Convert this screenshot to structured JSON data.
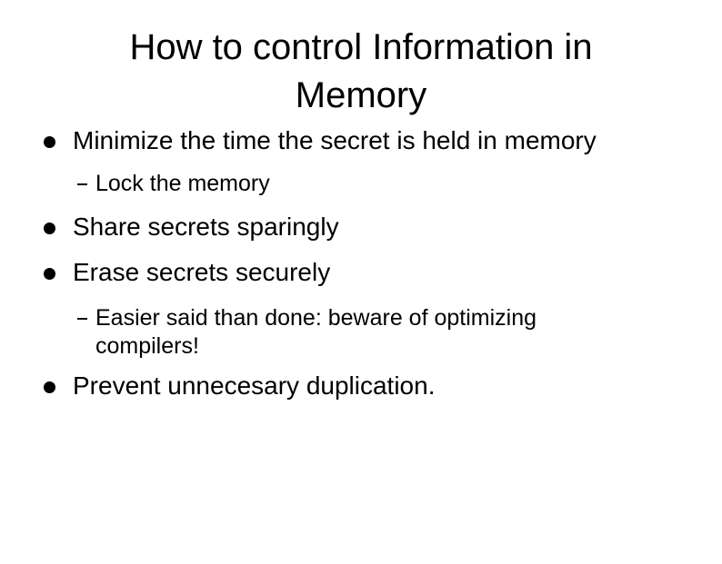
{
  "slide": {
    "title": {
      "full": "How to control Information in Memory",
      "lines": [
        "How to control Information in",
        "Memory"
      ]
    },
    "bullets": [
      {
        "level": 1,
        "text": "Minimize the time the secret is held in memory"
      },
      {
        "level": 2,
        "text": "Lock the memory"
      },
      {
        "level": 1,
        "text": "Share secrets sparingly"
      },
      {
        "level": 1,
        "text": "Erase secrets securely"
      },
      {
        "level": 2,
        "text": "Easier said than done: beware of optimizing compilers!"
      },
      {
        "level": 1,
        "text": "Prevent unnecesary duplication."
      }
    ],
    "colors": {
      "background": "#ffffff",
      "text": "#000000",
      "bullet": "#000000"
    }
  }
}
